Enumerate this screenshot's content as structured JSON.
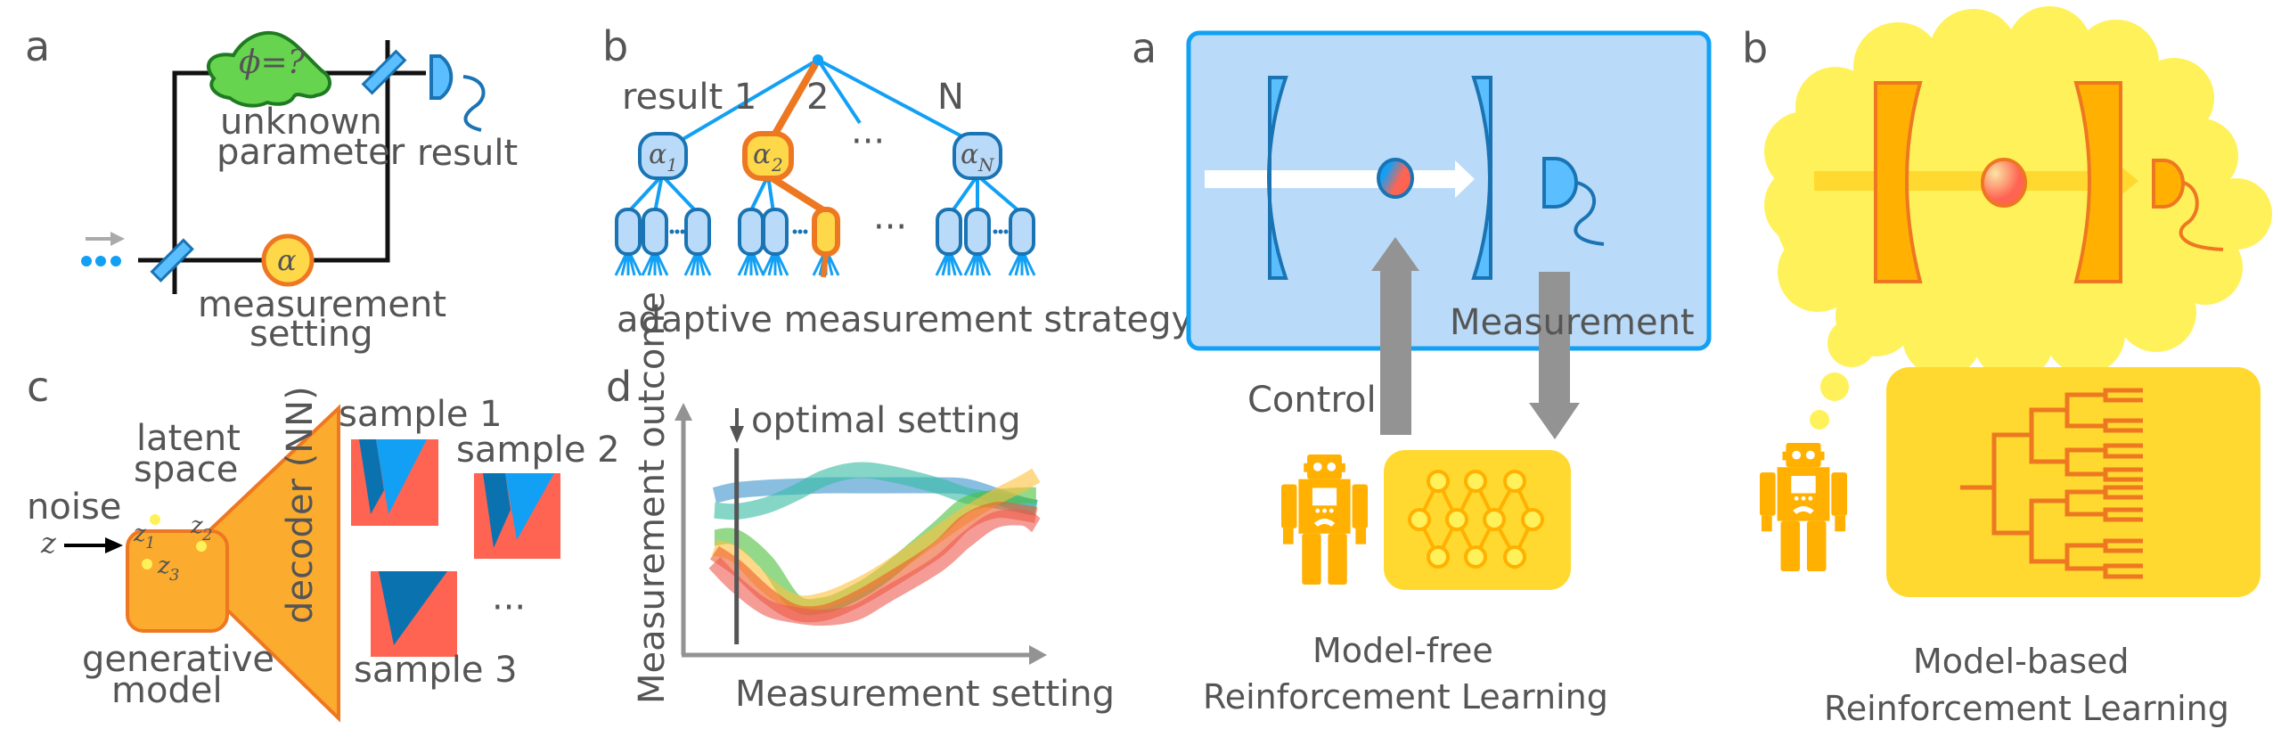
{
  "colors": {
    "text": "#555555",
    "sky_blue": "#5bbfff",
    "dark_blue": "#1a74b4",
    "line_blue": "#12a0f5",
    "light_blue_fill": "#b9dbf9",
    "orange": "#ee7722",
    "amber": "#ffb000",
    "yellow": "#ffd930",
    "pale_yellow": "#fff15a",
    "green": "#66d44e",
    "red": "#ff6452",
    "gray_arrow": "#939393"
  },
  "left_figure": {
    "panel_a": {
      "letter": "a",
      "phase_label": "ϕ=?",
      "unknown_label_line1": "unknown",
      "unknown_label_line2": "parameter",
      "result_label": "result",
      "alpha_symbol": "α",
      "setting_label_line1": "measurement",
      "setting_label_line2": "setting"
    },
    "panel_b": {
      "letter": "b",
      "branch_labels": [
        "result 1",
        "2",
        "N"
      ],
      "nodes": [
        {
          "symbol": "α",
          "subscript": "1",
          "highlighted": false
        },
        {
          "symbol": "α",
          "subscript": "2",
          "highlighted": true
        },
        {
          "symbol": "α",
          "subscript": "N",
          "highlighted": false
        }
      ],
      "ellipsis": "···",
      "caption": "adaptive measurement strategy"
    },
    "panel_c": {
      "letter": "c",
      "noise_label": "noise",
      "noise_symbol": "z",
      "latent_line1": "latent",
      "latent_line2": "space",
      "latent_points": [
        {
          "symbol": "z",
          "subscript": "1"
        },
        {
          "symbol": "z",
          "subscript": "2"
        },
        {
          "symbol": "z",
          "subscript": "3"
        }
      ],
      "decoder_label": "decoder (NN)",
      "model_line1": "generative",
      "model_line2": "model",
      "samples": [
        "sample 1",
        "sample 2",
        "sample 3"
      ],
      "ellipsis": "···"
    },
    "panel_d": {
      "letter": "d",
      "annotation": "optimal setting"
    }
  },
  "chart_data": {
    "type": "line",
    "title": "",
    "xlabel": "Measurement setting",
    "ylabel": "Measurement outcome",
    "xlim": [
      0,
      1
    ],
    "ylim": [
      0,
      1
    ],
    "grid": false,
    "legend": "none",
    "annotation": {
      "text": "optimal setting",
      "x": 0.147
    },
    "x": [
      0.086,
      0.147,
      0.23,
      0.31,
      0.39,
      0.475,
      0.56,
      0.7,
      0.78,
      0.86,
      0.94,
      0.975
    ],
    "series": [
      {
        "name": "blue",
        "color": "#3b92cc",
        "values": [
          0.64,
          0.66,
          0.67,
          0.675,
          0.68,
          0.68,
          0.68,
          0.68,
          0.675,
          0.64,
          0.6,
          0.59
        ]
      },
      {
        "name": "teal",
        "color": "#36bba3",
        "values": [
          0.58,
          0.575,
          0.6,
          0.65,
          0.71,
          0.74,
          0.73,
          0.68,
          0.64,
          0.62,
          0.6,
          0.59
        ]
      },
      {
        "name": "green",
        "color": "#4cbf3c",
        "values": [
          0.47,
          0.47,
          0.37,
          0.21,
          0.2,
          0.25,
          0.33,
          0.5,
          0.6,
          0.63,
          0.64,
          0.64
        ]
      },
      {
        "name": "yellow",
        "color": "#ffc03c",
        "values": [
          0.43,
          0.4,
          0.28,
          0.21,
          0.22,
          0.27,
          0.34,
          0.48,
          0.56,
          0.63,
          0.69,
          0.72
        ]
      },
      {
        "name": "orange",
        "color": "#ef5c2c",
        "values": [
          0.41,
          0.35,
          0.24,
          0.17,
          0.17,
          0.22,
          0.29,
          0.42,
          0.53,
          0.58,
          0.57,
          0.56
        ]
      },
      {
        "name": "red",
        "color": "#ee5a52",
        "values": [
          0.37,
          0.28,
          0.19,
          0.16,
          0.15,
          0.17,
          0.24,
          0.36,
          0.46,
          0.54,
          0.55,
          0.52
        ]
      }
    ]
  },
  "right_figure": {
    "panel_a": {
      "letter": "a",
      "control_label": "Control",
      "measurement_label": "Measurement",
      "title_line1": "Model-free",
      "title_line2": "Reinforcement Learning"
    },
    "panel_b": {
      "letter": "b",
      "title_line1": "Model-based",
      "title_line2": "Reinforcement Learning"
    }
  }
}
